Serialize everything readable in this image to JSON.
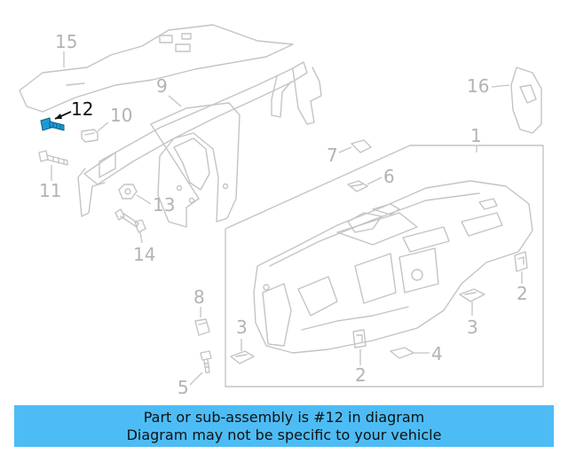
{
  "callouts": {
    "c1": "1",
    "c2a": "2",
    "c2b": "2",
    "c3a": "3",
    "c3b": "3",
    "c4": "4",
    "c5": "5",
    "c6": "6",
    "c7": "7",
    "c8": "8",
    "c9": "9",
    "c10": "10",
    "c11": "11",
    "c12": "12",
    "c13": "13",
    "c14": "14",
    "c15": "15",
    "c16": "16"
  },
  "highlight_part": "12",
  "colors": {
    "highlight_part": "#1a9bd7",
    "banner": "#4dbcf5",
    "line_art": "#c4c4c4"
  },
  "banner": {
    "line1": "Part or sub-assembly is #12 in diagram",
    "line2": "Diagram may not be specific to your vehicle"
  }
}
